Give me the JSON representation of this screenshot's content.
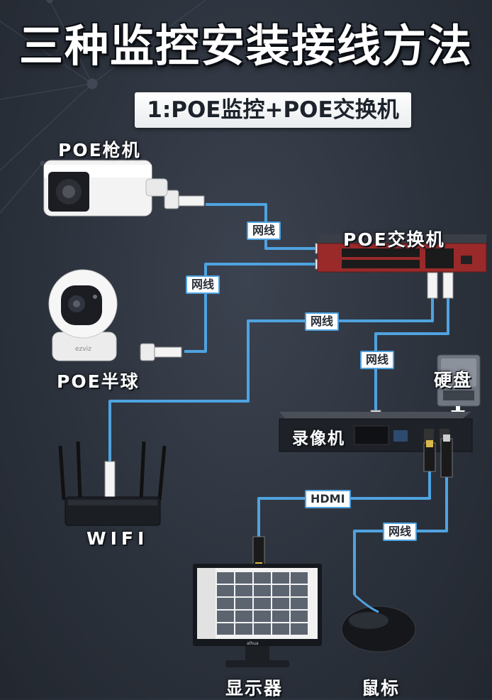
{
  "title": "三种监控安装接线方法",
  "subtitle": "1:POE监控+POE交换机",
  "devices": {
    "bullet_camera": "POE枪机",
    "poe_switch": "POE交换机",
    "dome_camera": "POE半球",
    "hard_disk": "硬盘",
    "nvr": "录像机",
    "wifi": "WIFI",
    "monitor": "显示器",
    "mouse": "鼠标"
  },
  "camera_brand": "ezviz",
  "monitor_brand": "alhua",
  "cables": {
    "cam_to_switch": "网线",
    "dome_to_switch": "网线",
    "wifi_to_switch": "网线",
    "switch_to_nvr": "网线",
    "hdmi": "HDMI",
    "mouse_cable": "网线"
  },
  "colors": {
    "cable": "#4fa3e0",
    "background": "#2f353f",
    "device_dark": "#1e2228"
  }
}
